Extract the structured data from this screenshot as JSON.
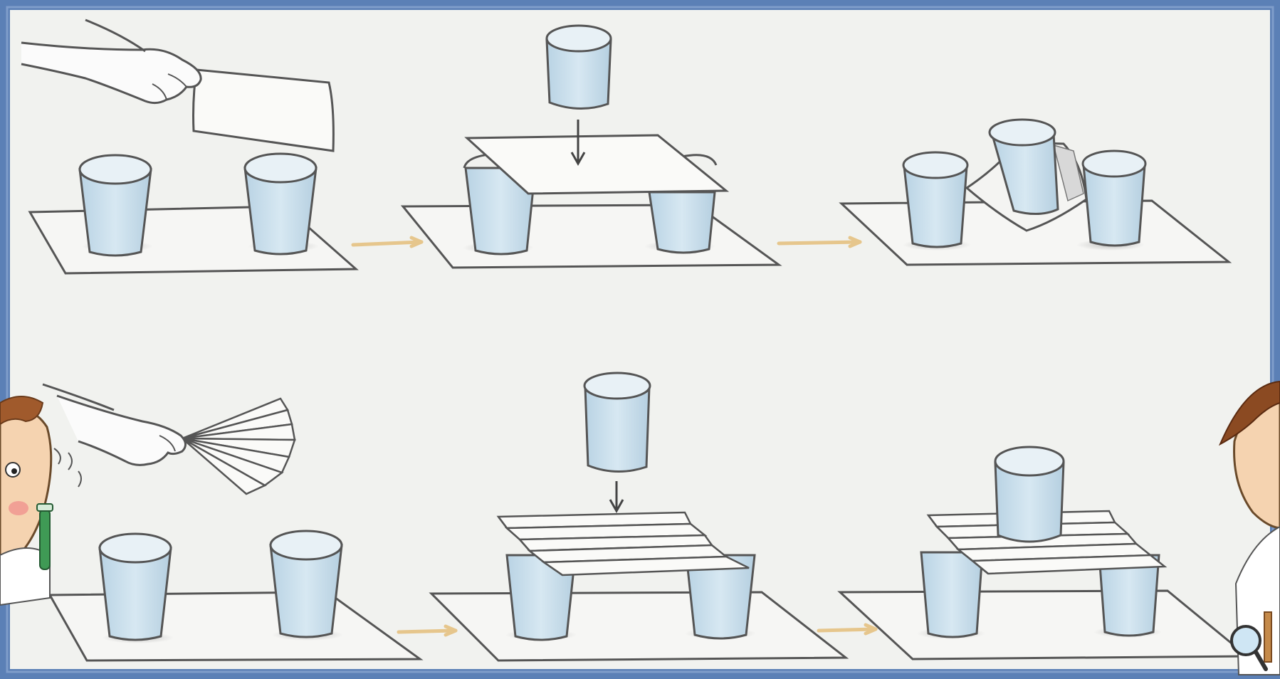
{
  "illustration": {
    "rows": [
      {
        "name": "flat-paper",
        "steps": [
          {
            "name": "hold-flat-sheet-over-two-cups"
          },
          {
            "name": "place-cup-on-flat-sheet"
          },
          {
            "name": "flat-sheet-collapses"
          }
        ]
      },
      {
        "name": "folded-paper",
        "steps": [
          {
            "name": "hold-fan-folded-sheet-over-two-cups"
          },
          {
            "name": "place-cup-on-folded-sheet"
          },
          {
            "name": "folded-sheet-holds-cup"
          }
        ]
      }
    ],
    "colors": {
      "frame_border": "#5b80b6",
      "background": "#f1f2ef",
      "line": "#555555",
      "water": "#c6dbe8",
      "arrow": "#e6c68c",
      "skin": "#f0c39a",
      "hair": "#a05a2c",
      "test_tube": "#3f9a55"
    }
  }
}
